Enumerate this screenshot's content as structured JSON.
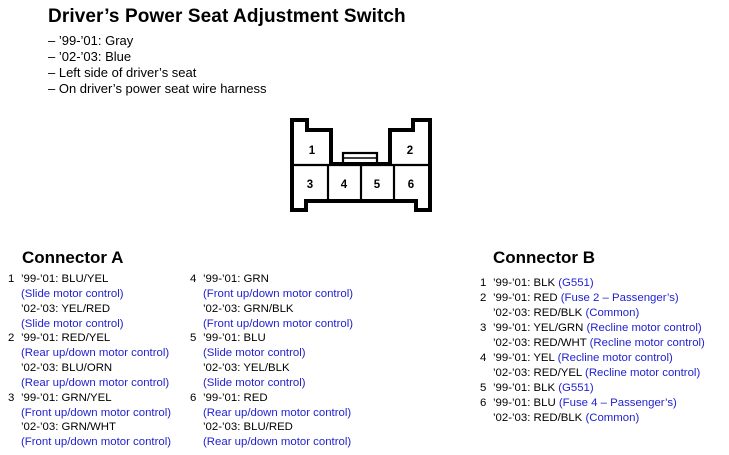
{
  "title": "Driver’s Power Seat Adjustment Switch",
  "bullets": [
    "– ’99-’01: Gray",
    "– ’02-’03: Blue",
    "– Left side of driver’s seat",
    "– On driver’s power seat wire harness"
  ],
  "diagram": {
    "top_pins": [
      "1",
      "2"
    ],
    "bottom_pins": [
      "3",
      "4",
      "5",
      "6"
    ]
  },
  "connector_a": {
    "title": "Connector A",
    "pins": [
      {
        "num": "1",
        "lines": [
          {
            "text": "’99-’01: BLU/YEL"
          },
          {
            "note": "(Slide motor control)"
          },
          {
            "text": "’02-’03: YEL/RED"
          },
          {
            "note": "(Slide motor control)"
          }
        ]
      },
      {
        "num": "2",
        "lines": [
          {
            "text": "’99-’01: RED/YEL"
          },
          {
            "note": "(Rear up/down motor control)"
          },
          {
            "text": "’02-’03: BLU/ORN"
          },
          {
            "note": "(Rear up/down motor control)"
          }
        ]
      },
      {
        "num": "3",
        "lines": [
          {
            "text": "’99-’01: GRN/YEL"
          },
          {
            "note": "(Front up/down motor control)"
          },
          {
            "text": "’02-’03: GRN/WHT"
          },
          {
            "note": "(Front up/down motor control)"
          }
        ]
      },
      {
        "num": "4",
        "lines": [
          {
            "text": "’99-’01: GRN"
          },
          {
            "note": "(Front up/down motor control)"
          },
          {
            "text": "’02-’03: GRN/BLK"
          },
          {
            "note": "(Front up/down motor control)"
          }
        ]
      },
      {
        "num": "5",
        "lines": [
          {
            "text": "’99-’01: BLU"
          },
          {
            "note": "(Slide motor control)"
          },
          {
            "text": "’02-’03: YEL/BLK"
          },
          {
            "note": "(Slide motor control)"
          }
        ]
      },
      {
        "num": "6",
        "lines": [
          {
            "text": "’99-’01: RED"
          },
          {
            "note": "(Rear up/down motor control)"
          },
          {
            "text": "’02-’03: BLU/RED"
          },
          {
            "note": "(Rear up/down motor control)"
          }
        ]
      }
    ]
  },
  "connector_b": {
    "title": "Connector B",
    "pins": [
      {
        "num": "1",
        "lines": [
          {
            "text": "’99-’01: BLK",
            "note": "(G551)"
          }
        ]
      },
      {
        "num": "2",
        "lines": [
          {
            "text": "’99-’01: RED",
            "note": "(Fuse 2 – Passenger’s)"
          },
          {
            "text": "’02-’03: RED/BLK",
            "note": "(Common)"
          }
        ]
      },
      {
        "num": "3",
        "lines": [
          {
            "text": "’99-’01: YEL/GRN",
            "note": "(Recline motor control)"
          },
          {
            "text": "’02-’03: RED/WHT",
            "note": "(Recline motor control)"
          }
        ]
      },
      {
        "num": "4",
        "lines": [
          {
            "text": "’99-’01: YEL",
            "note": "(Recline motor control)"
          },
          {
            "text": "’02-’03: RED/YEL",
            "note": "(Recline motor control)"
          }
        ]
      },
      {
        "num": "5",
        "lines": [
          {
            "text": "’99-’01: BLK",
            "note": "(G551)"
          }
        ]
      },
      {
        "num": "6",
        "lines": [
          {
            "text": "’99-’01: BLU",
            "note": "(Fuse 4 – Passenger’s)"
          },
          {
            "text": "’02-’03: RED/BLK",
            "note": "(Common)"
          }
        ]
      }
    ]
  },
  "colors": {
    "note": "#1f1fd0",
    "text": "#000000"
  }
}
